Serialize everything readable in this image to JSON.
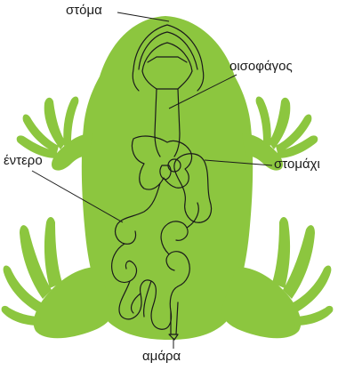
{
  "diagram": {
    "colors": {
      "body": "#8cc63f",
      "outline": "#1a1a1a",
      "background": "#ffffff"
    },
    "labels": {
      "mouth": "στόμα",
      "esophagus": "οισοφάγος",
      "stomach": "στομάχι",
      "intestine": "έντερο",
      "anus": "αμάρα"
    }
  }
}
